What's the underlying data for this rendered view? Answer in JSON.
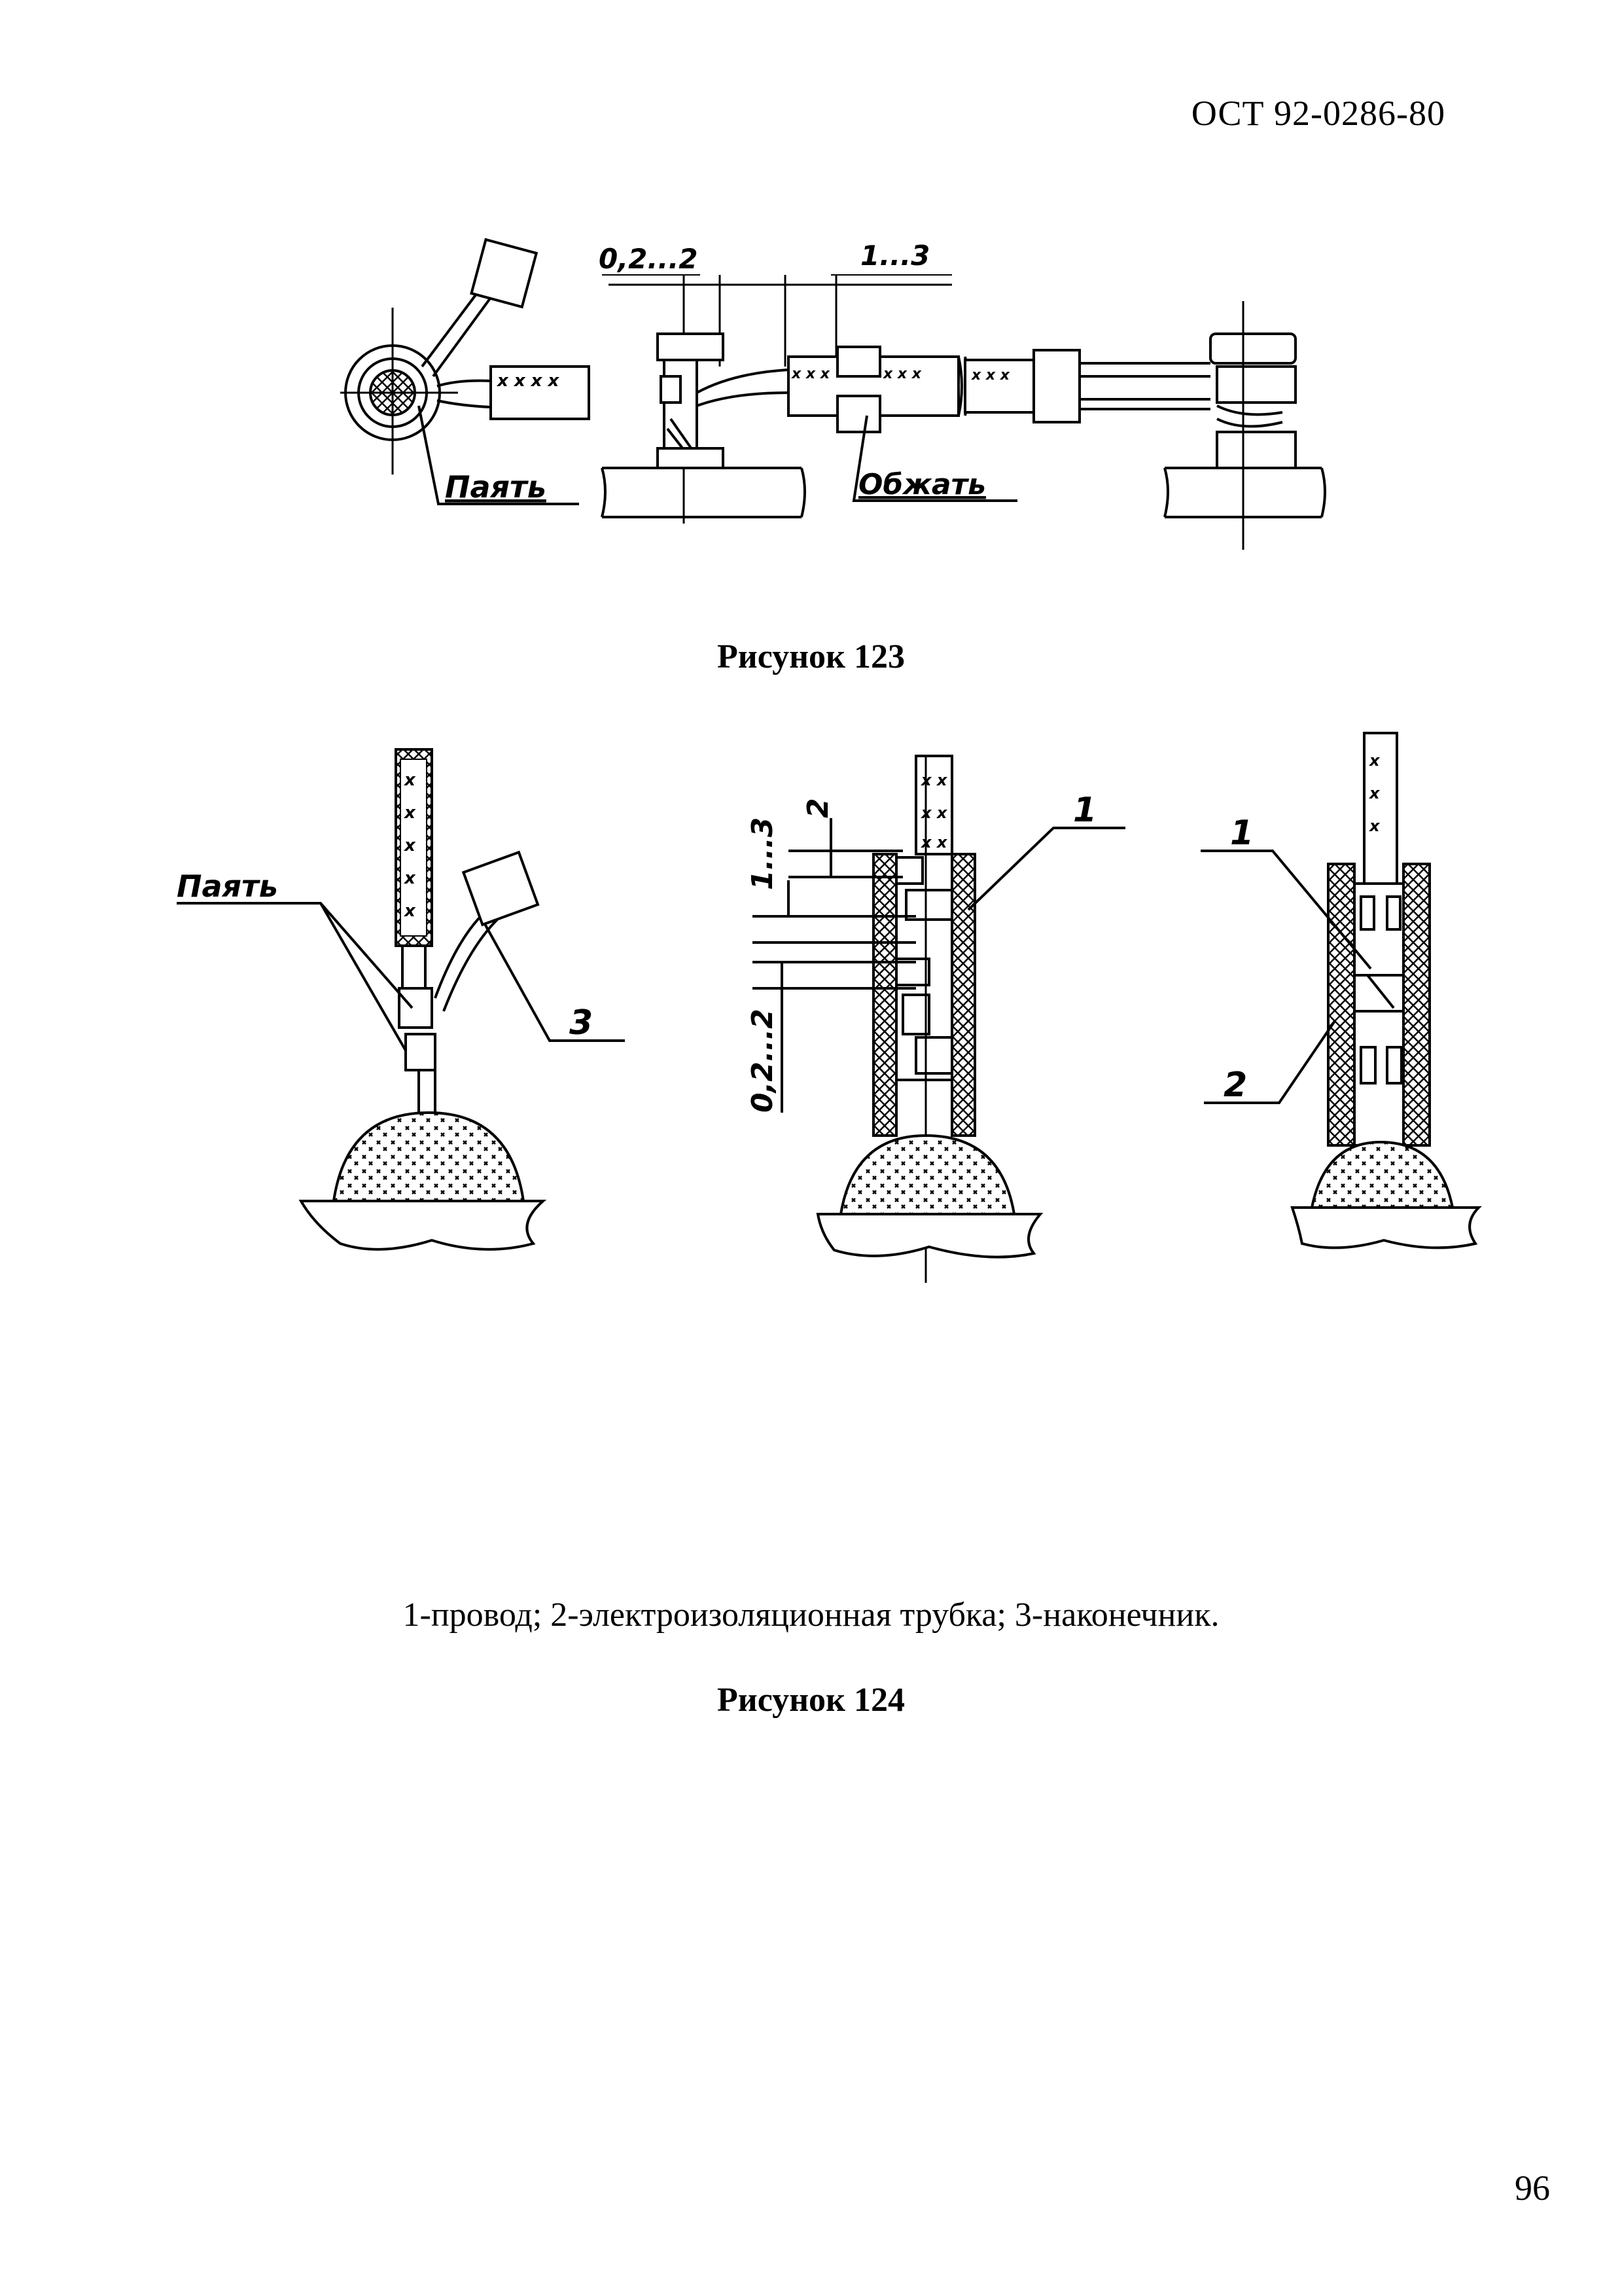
{
  "header": {
    "doc_code": "ОСТ 92-0286-80"
  },
  "figure_123": {
    "caption": "Рисунок 123",
    "labels": {
      "dim_left": "0,2...2",
      "dim_right": "1...3",
      "solder": "Паять",
      "crimp": "Обжать",
      "xxx": "x x x x"
    }
  },
  "figure_124": {
    "caption": "Рисунок 124",
    "labels": {
      "solder": "Паять",
      "callout_3": "3",
      "dim_2": "2",
      "dim_1_3": "1...3",
      "dim_0_2": "0,2...2",
      "callout_1a": "1",
      "callout_1b": "1",
      "callout_2": "2"
    },
    "legend": "1-провод; 2-электроизоляционная трубка; 3-наконечник."
  },
  "footer": {
    "page_number": "96"
  }
}
